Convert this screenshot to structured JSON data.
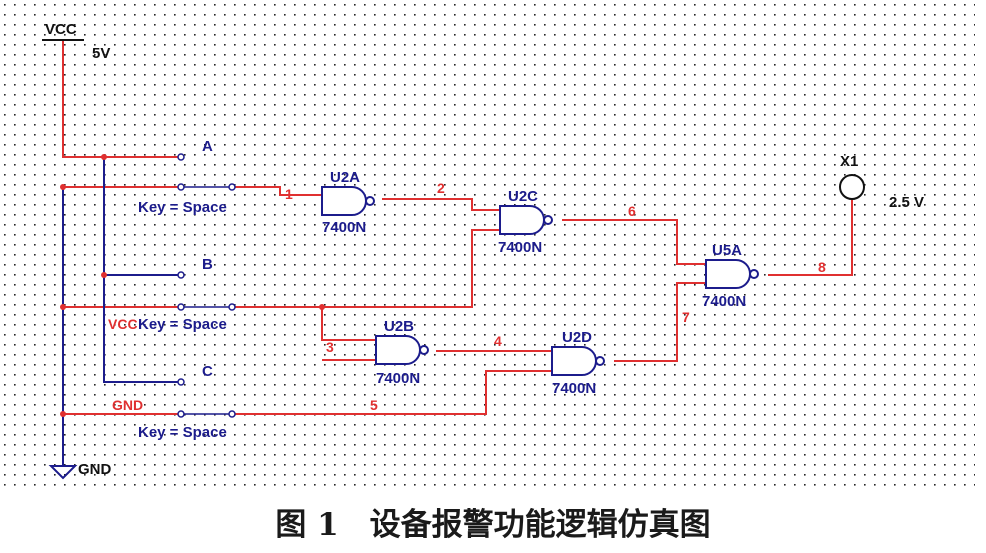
{
  "colors": {
    "wire": "#e03030",
    "component": "#1c1c8c",
    "grid": "#222222",
    "text_black": "#111111"
  },
  "power": {
    "vcc_label": "VCC",
    "vcc_value": "5V",
    "gnd_label": "GND"
  },
  "switches": [
    {
      "position_label": "A",
      "key_label": "Key = Space"
    },
    {
      "position_label": "B",
      "key_label": "Key = Space"
    },
    {
      "position_label": "C",
      "key_label": "Key = Space"
    }
  ],
  "gates": [
    {
      "ref": "U2A",
      "part": "7400N"
    },
    {
      "ref": "U2B",
      "part": "7400N"
    },
    {
      "ref": "U2C",
      "part": "7400N"
    },
    {
      "ref": "U2D",
      "part": "7400N"
    },
    {
      "ref": "U5A",
      "part": "7400N"
    }
  ],
  "probe": {
    "ref": "X1",
    "rating": "2.5 V"
  },
  "net_labels": {
    "n1": "1",
    "n2": "2",
    "n3": "3",
    "n4": "4",
    "n5": "5",
    "n6": "6",
    "n7": "7",
    "n8": "8",
    "vcc_net": "VCC",
    "gnd_net": "GND"
  },
  "caption": "图 1　设备报警功能逻辑仿真图"
}
